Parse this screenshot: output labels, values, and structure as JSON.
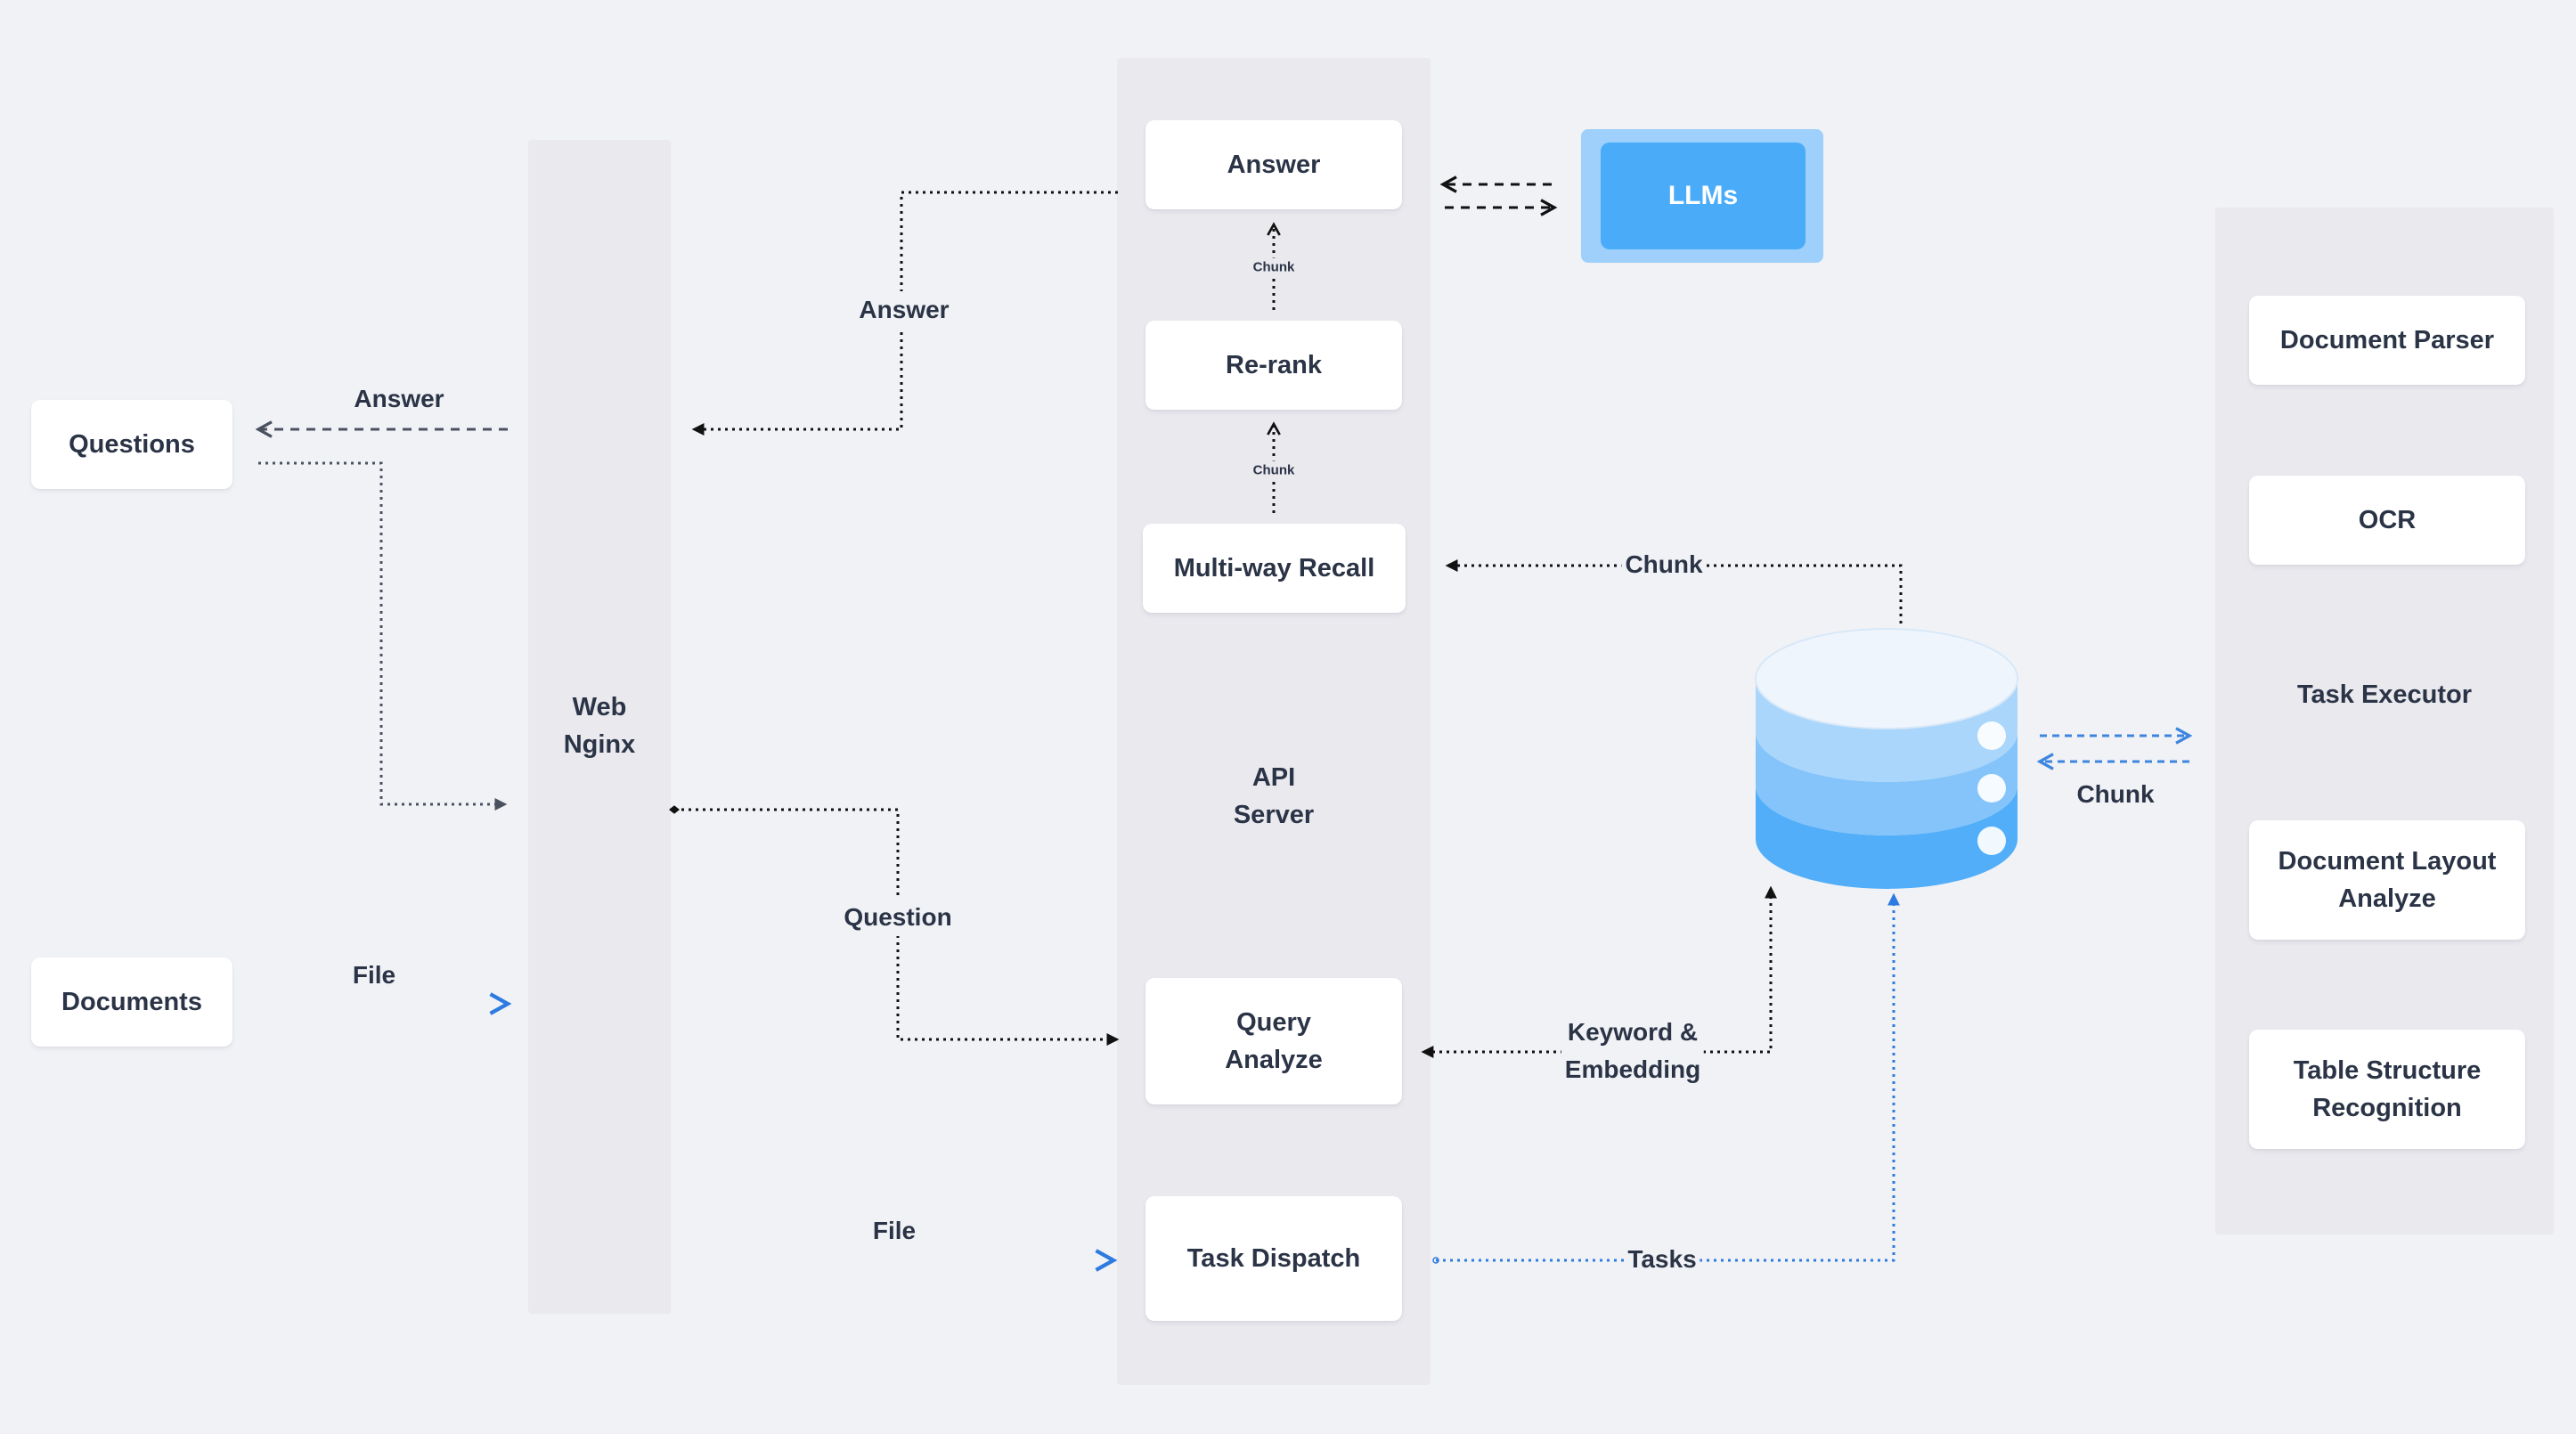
{
  "columns": {
    "web": [
      "Web",
      "Nginx"
    ],
    "api": [
      "API",
      "Server"
    ]
  },
  "clients": {
    "questions": "Questions",
    "documents": "Documents"
  },
  "api_cards": {
    "answer": "Answer",
    "rerank": "Re-rank",
    "recall": "Multi-way Recall",
    "query": [
      "Query",
      "Analyze"
    ],
    "dispatch": "Task Dispatch"
  },
  "llm": "LLMs",
  "executor": {
    "parser": "Document Parser",
    "ocr": "OCR",
    "title": "Task Executor",
    "layout": [
      "Document Layout",
      "Analyze"
    ],
    "table": [
      "Table Structure",
      "Recognition"
    ]
  },
  "edge_labels": {
    "answer_to_nginx": "Answer",
    "answer_to_questions": "Answer",
    "question": "Question",
    "file_documents": "File",
    "file_nginx": "File",
    "chunk_rerank_answer": "Chunk",
    "chunk_recall_rerank": "Chunk",
    "chunk_db_recall": "Chunk",
    "keyword_embedding": [
      "Keyword &",
      "Embedding"
    ],
    "tasks": "Tasks",
    "chunk_executor": "Chunk"
  },
  "colors": {
    "background": "#f1f2f6",
    "column": "#e9e9ee",
    "card": "#ffffff",
    "llm_accent": "#4aacf8",
    "file_flow": "#2d7be0",
    "db_top": "#eef5fd",
    "db_layer1": "#aad6fb",
    "db_layer2": "#84c4fa",
    "db_layer3": "#52aef8"
  },
  "icons": {
    "database": "database-cylinder-icon"
  }
}
